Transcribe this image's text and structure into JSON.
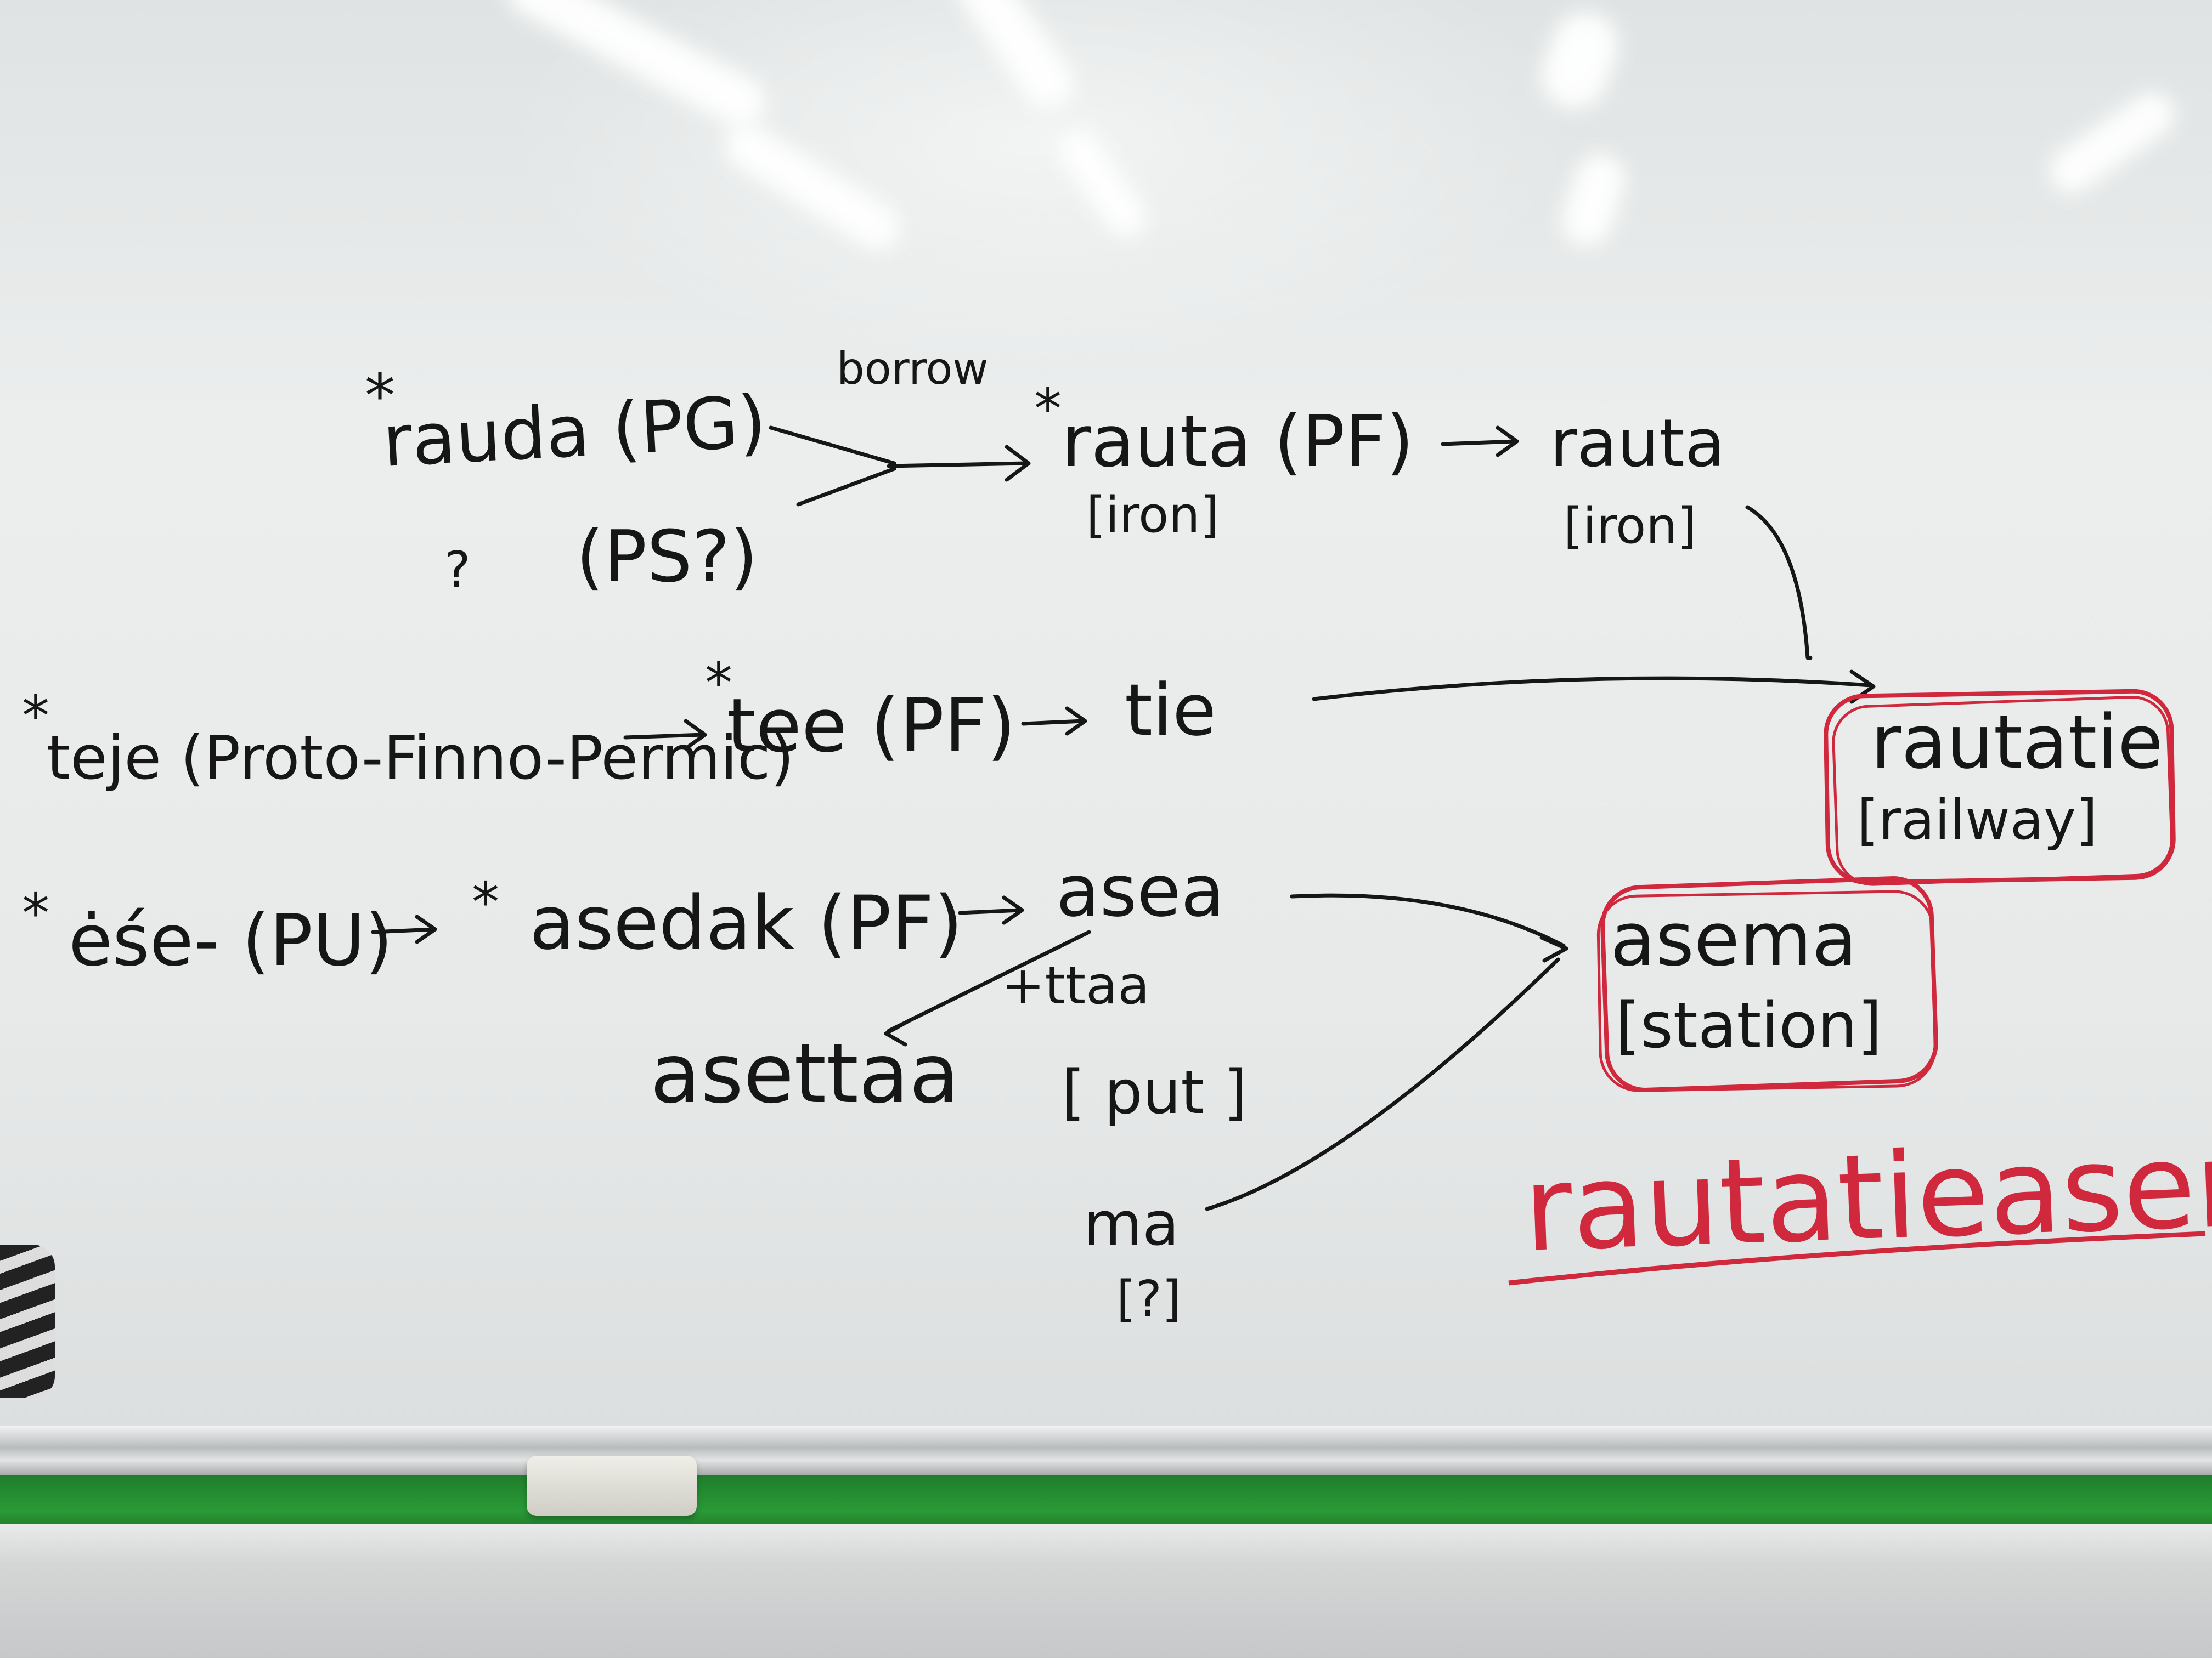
{
  "row1": {
    "star_rauda": "*",
    "rauda_pg": "rauda (PG)",
    "question": "?",
    "ps": "(PS?)",
    "borrow": "borrow",
    "star_rauta": "*",
    "rauta_pf": "rauta (PF)",
    "iron1": "[iron]",
    "rauta": "rauta",
    "iron2": "[iron]"
  },
  "row2": {
    "star_teje": "*",
    "teje": "teje (Proto-Finno-Permic)",
    "star_tee": "*",
    "tee_pf": "tee (PF)",
    "tie": "tie"
  },
  "row3": {
    "star_ese": "*",
    "ese_pu": "ėśe- (PU)",
    "star_asedak": "*",
    "asedak_pf": "asedak (PF)",
    "asea": "asea",
    "ttaa": "+ttaa",
    "asettaa": "asettaa",
    "put": "[ put ]",
    "ma": "ma",
    "ma_gloss": "[?]"
  },
  "boxes": {
    "rautatie": "rautatie",
    "railway": "[railway]",
    "asema": "asema",
    "station": "[station]"
  },
  "result": "rautatieasema",
  "colors": {
    "ink": "#161616",
    "red": "#d0283c",
    "tray_green": "#2a9a36"
  }
}
